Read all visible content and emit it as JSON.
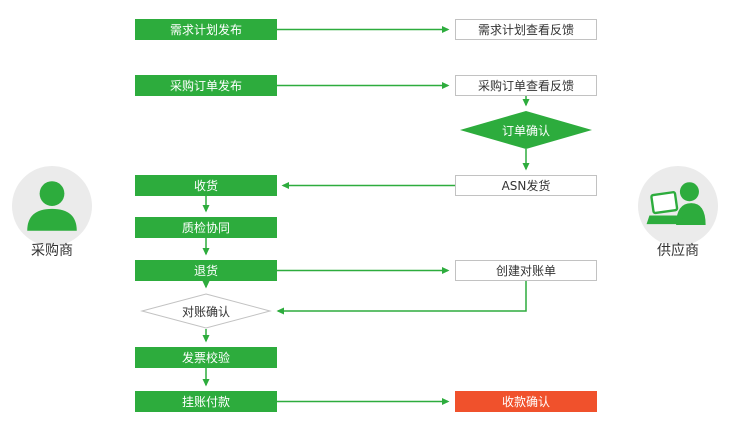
{
  "palette": {
    "green": "#2dac3d",
    "red": "#f0512c",
    "box-border": "#c2c2c2",
    "text-dark": "#333333",
    "avatar-bg": "#ebebeb"
  },
  "actors": {
    "buyer": {
      "label": "采购商"
    },
    "supplier": {
      "label": "供应商"
    }
  },
  "nodes": {
    "demand_plan_publish": {
      "label": "需求计划发布",
      "type": "green-box"
    },
    "demand_plan_feedback": {
      "label": "需求计划查看反馈",
      "type": "white-box"
    },
    "po_publish": {
      "label": "采购订单发布",
      "type": "green-box"
    },
    "po_feedback": {
      "label": "采购订单查看反馈",
      "type": "white-box"
    },
    "order_confirm": {
      "label": "订单确认",
      "type": "green-diamond"
    },
    "receive_goods": {
      "label": "收货",
      "type": "green-box"
    },
    "asn_ship": {
      "label": "ASN发货",
      "type": "white-box"
    },
    "quality_check": {
      "label": "质检协同",
      "type": "green-box"
    },
    "return_goods": {
      "label": "退货",
      "type": "green-box"
    },
    "create_statement": {
      "label": "创建对账单",
      "type": "white-box"
    },
    "reconcile_confirm": {
      "label": "对账确认",
      "type": "white-diamond"
    },
    "invoice_verify": {
      "label": "发票校验",
      "type": "green-box"
    },
    "payment_on_account": {
      "label": "挂账付款",
      "type": "green-box"
    },
    "receipt_confirm": {
      "label": "收款确认",
      "type": "red-box"
    }
  }
}
